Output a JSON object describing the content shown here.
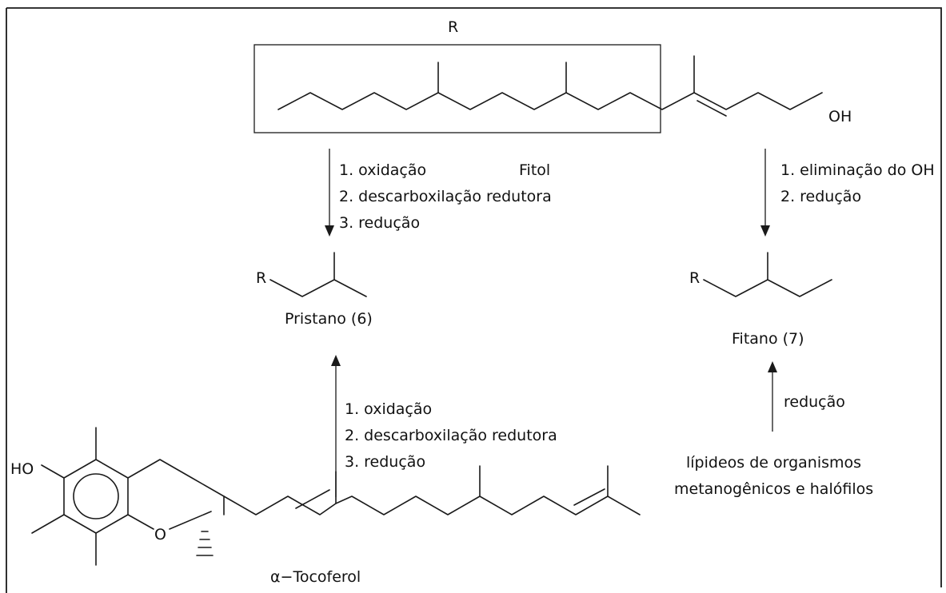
{
  "fitol": {
    "r_label": "R",
    "oh_label": "OH",
    "name": "Fitol"
  },
  "left_top_steps": [
    "1. oxidação",
    "2. descarboxilação redutora",
    "3. redução"
  ],
  "right_top_steps": [
    "1. eliminação do OH",
    "2. redução"
  ],
  "pristano": {
    "r_label": "R",
    "name": "Pristano (6)"
  },
  "fitano": {
    "r_label": "R",
    "name": "Fitano (7)"
  },
  "left_bottom_steps": [
    "1. oxidação",
    "2. descarboxilação redutora",
    "3. redução"
  ],
  "right_bottom_step": "redução",
  "lipids": [
    "lípideos de organismos",
    "metanogênicos e halófilos"
  ],
  "tocoferol": {
    "ho_label": "HO",
    "o_label": "O",
    "name": "α−Tocoferol"
  }
}
